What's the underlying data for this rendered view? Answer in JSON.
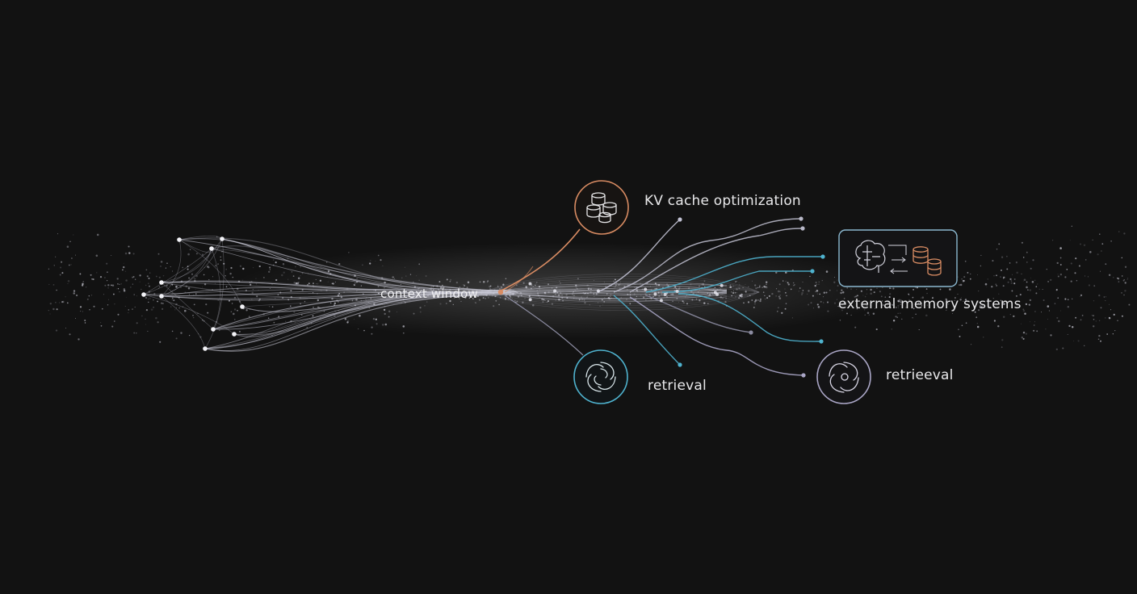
{
  "labels": {
    "context_window": "context window",
    "kv_cache": "KV cache optimization",
    "retrieval": "retrieval",
    "external_memory": "external memory systems",
    "retrieeval": "retrieeval"
  },
  "icons": {
    "kv_cache": "database-stack-icon",
    "retrieval": "swirl-icon",
    "external_memory": "brain-database-icon",
    "retrieeval": "vortex-icon"
  },
  "colors": {
    "background": "#121212",
    "thread": "#c9c9d6",
    "accent_orange": "#d98c63",
    "accent_teal": "#4fb3cf",
    "accent_lavender": "#aaa6c6"
  }
}
